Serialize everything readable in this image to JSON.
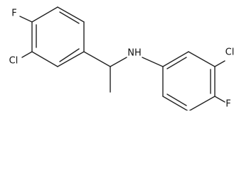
{
  "molecule": {
    "atoms": {
      "f_left": "F",
      "cl_left": "Cl",
      "nh": "NH",
      "cl_right": "Cl",
      "f_right": "F"
    }
  }
}
